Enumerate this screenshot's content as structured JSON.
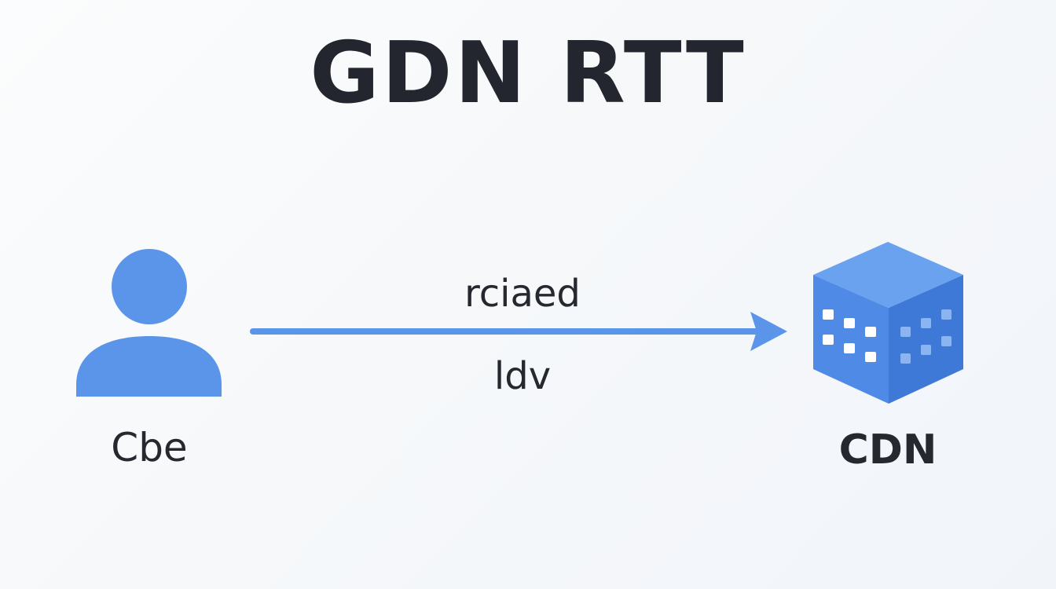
{
  "title": "GDN RTT",
  "nodes": {
    "client": {
      "label": "Cbe",
      "icon": "user-icon"
    },
    "cdn": {
      "label": "CDN",
      "icon": "server-cube-icon"
    }
  },
  "edge": {
    "label_above": "rciaed",
    "label_below": "ldv"
  },
  "colors": {
    "accent": "#5b95ea",
    "cube_top": "#6aa2ef",
    "cube_left": "#4f8ae6",
    "cube_right": "#3f79d8",
    "text": "#23262e"
  }
}
